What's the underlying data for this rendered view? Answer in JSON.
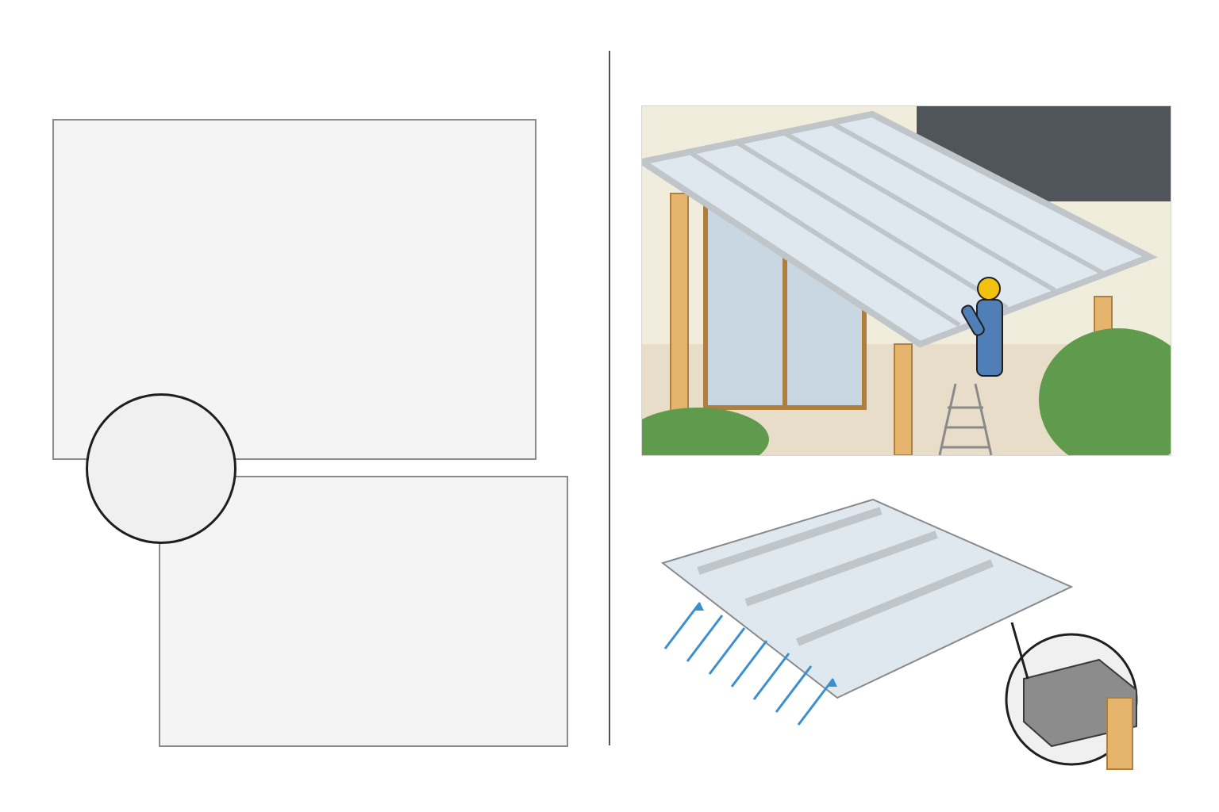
{
  "illustration": {
    "divider": "vertical-divider",
    "left_scenes": [
      "drill-scene-top",
      "drill-scene-bottom"
    ],
    "right_scenes": [
      "installed-patio-cover",
      "panel-orientation-diagram"
    ]
  },
  "colors": {
    "panel_glass": "#dfe8ee",
    "frame_gray": "#bfc5c9",
    "wood": "#e6b56d",
    "worker_blue": "#4f7fb6",
    "helmet_yellow": "#f2c20f",
    "wall_cream": "#f1eddc",
    "shrub_green": "#5f9a4d",
    "arrow_blue": "#3b8fcf",
    "eave_dark": "#50545b"
  },
  "icons": {
    "drill": "drill-icon",
    "sealant": "sealant-gun-icon",
    "detail_magnifier": "magnifier-inset-icon",
    "arrows": "uv-side-arrow-icons",
    "ladder": "ladder-icon"
  }
}
